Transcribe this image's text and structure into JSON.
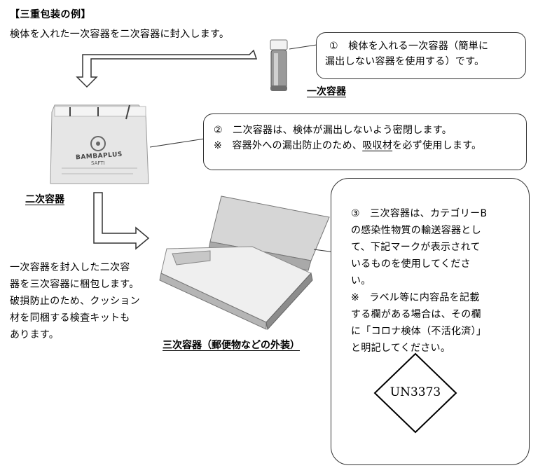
{
  "heading": "【三重包装の例】",
  "step1_text": "検体を入れた一次容器を二次容器に封入します。",
  "primary_label": "一次容器",
  "callout1": {
    "line1": "①　検体を入れる一次容器（簡単に",
    "line2": "漏出しない容器を使用する）です。"
  },
  "callout2": {
    "line1": "②　二次容器は、検体が漏出しないよう密閉します。",
    "line2_prefix": "※　容器外への漏出防止のため、",
    "line2_underlined": "吸収材",
    "line2_suffix": "を必ず使用します。"
  },
  "secondary_label": "二次容器",
  "bag_text": {
    "brand": "BAMBAPLUS",
    "sub": "SAFTI"
  },
  "step2_text": {
    "line1": "一次容器を封入した二次容",
    "line2": "器を三次容器に梱包します。",
    "line3": "破損防止のため、クッション",
    "line4": "材を同梱する検査キットも",
    "line5": "あります。"
  },
  "tertiary_label": "三次容器（郵便物などの外装）",
  "callout3": {
    "lines": [
      "③　三次容器は、カテゴリーB",
      "の感染性物質の輸送容器とし",
      "て、下記マークが表示されて",
      "いるものを使用してくださ",
      "い。",
      "※　ラベル等に内容品を記載",
      "する欄がある場合は、その欄",
      "に「コロナ検体（不活化済）」",
      "と明記してください。"
    ]
  },
  "un_mark": "UN3373",
  "colors": {
    "border": "#333333",
    "box_gray": "#d9d9d9",
    "box_dark": "#8c8c8c",
    "bag": "#e6e6e6"
  }
}
